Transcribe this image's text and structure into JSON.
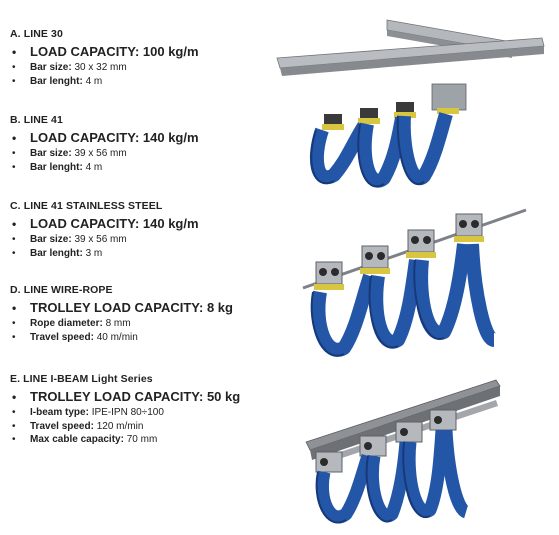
{
  "sections": [
    {
      "title": "A. LINE 30",
      "capacity": "LOAD CAPACITY: 100 kg/m",
      "specs": [
        {
          "label": "Bar size:",
          "value": "30 x 32 mm"
        },
        {
          "label": "Bar lenght:",
          "value": "4 m"
        }
      ]
    },
    {
      "title": "B. LINE 41",
      "capacity": "LOAD CAPACITY: 140 kg/m",
      "specs": [
        {
          "label": "Bar size:",
          "value": "39 x 56 mm"
        },
        {
          "label": "Bar lenght:",
          "value": "4 m"
        }
      ]
    },
    {
      "title": "C. LINE 41 STAINLESS STEEL",
      "capacity": "LOAD CAPACITY: 140 kg/m",
      "specs": [
        {
          "label": "Bar size:",
          "value": "39 x 56 mm"
        },
        {
          "label": "Bar lenght:",
          "value": "3 m"
        }
      ]
    },
    {
      "title": "D. LINE WIRE-ROPE",
      "capacity": "TROLLEY LOAD CAPACITY: 8 kg",
      "specs": [
        {
          "label": "Rope diameter:",
          "value": "8 mm"
        },
        {
          "label": "Travel speed:",
          "value": "40 m/min"
        }
      ]
    },
    {
      "title": "E. LINE I-BEAM Light Series",
      "capacity": "TROLLEY LOAD CAPACITY: 50 kg",
      "specs": [
        {
          "label": "I-beam type:",
          "value": "IPE-IPN 80÷100"
        },
        {
          "label": "Travel speed:",
          "value": "120 m/min"
        },
        {
          "label": "Max cable capacity:",
          "value": "70 mm"
        }
      ]
    }
  ],
  "colors": {
    "cable": "#2456a8",
    "cable_dark": "#17397a",
    "rail": "#a9acb0",
    "rail_dark": "#6f7378",
    "clamp": "#d8c640",
    "trolley": "#9aa0a6",
    "wheel": "#2b2b2b"
  },
  "figures": [
    "rail-festoon-figure",
    "wire-rope-festoon-figure",
    "i-beam-festoon-figure"
  ]
}
